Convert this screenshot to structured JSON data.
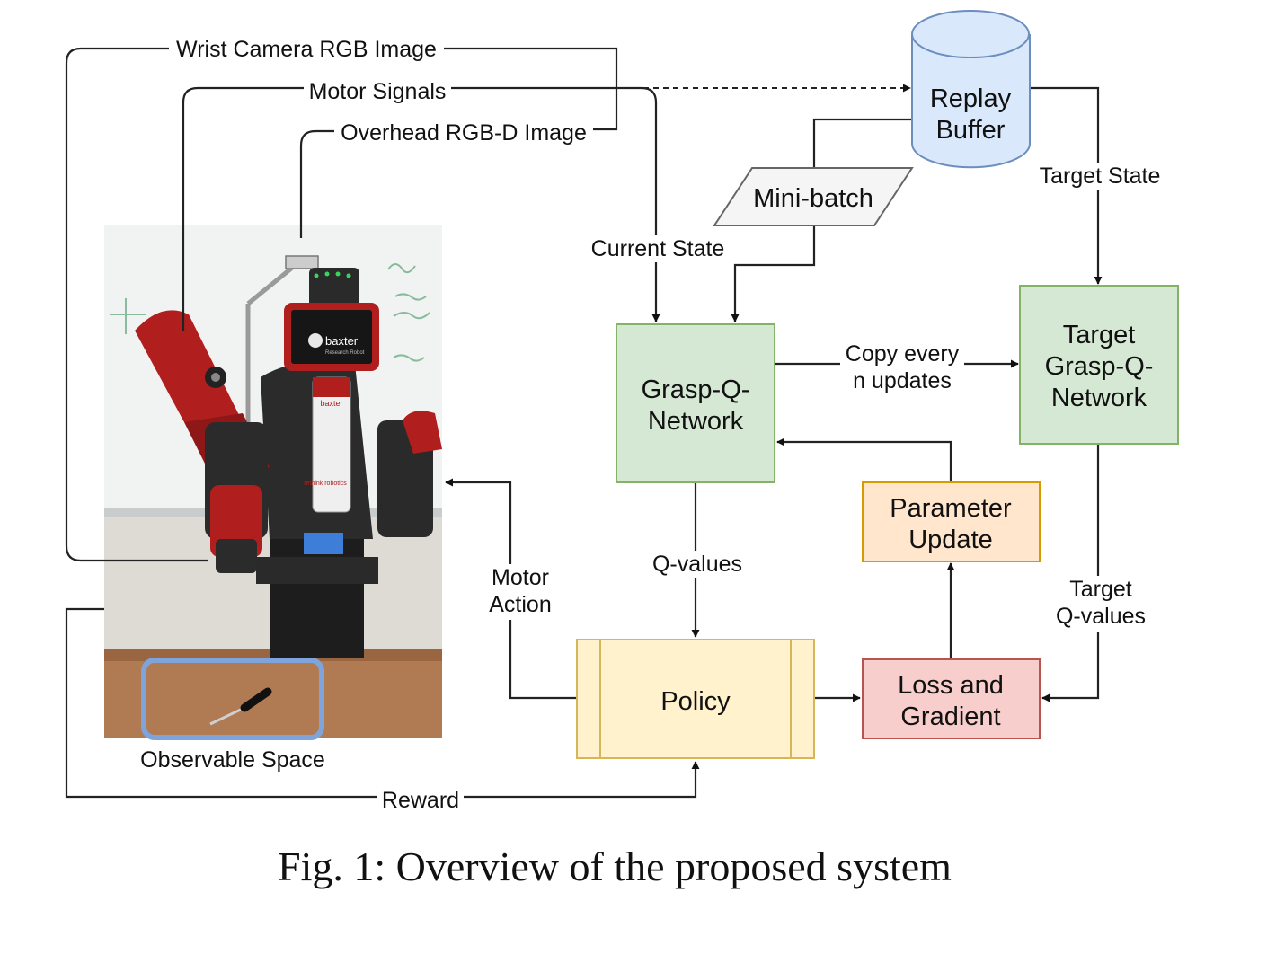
{
  "caption": "Fig. 1: Overview of the proposed system",
  "signals": {
    "wrist_camera": "Wrist Camera RGB Image",
    "motor_signals": "Motor Signals",
    "overhead_image": "Overhead RGB-D Image",
    "reward": "Reward",
    "current_state": "Current State",
    "target_state": "Target State",
    "q_values": "Q-values",
    "motor_action": [
      "Motor",
      "Action"
    ],
    "copy_updates": [
      "Copy every",
      "n updates"
    ],
    "target_q_values": [
      "Target",
      "Q-values"
    ]
  },
  "nodes": {
    "replay_buffer": [
      "Replay",
      "Buffer"
    ],
    "mini_batch": "Mini-batch",
    "grasp_q_network": [
      "Grasp-Q-",
      "Network"
    ],
    "target_network": [
      "Target",
      "Grasp-Q-",
      "Network"
    ],
    "parameter_update": [
      "Parameter",
      "Update"
    ],
    "policy": "Policy",
    "loss_gradient": [
      "Loss and",
      "Gradient"
    ]
  },
  "photo": {
    "observable_space": "Observable Space",
    "screen_brand": "baxter",
    "screen_subtitle": "Research Robot",
    "torso_brand": "baxter",
    "torso_maker": "rethink robotics"
  },
  "colors": {
    "green_fill": "#d5e8d4",
    "green_stroke": "#82b366",
    "blue_fill": "#dae8fc",
    "blue_stroke": "#6c8ebf",
    "orange_fill": "#ffe6cc",
    "orange_stroke": "#d79b00",
    "yellow_fill": "#fff2cc",
    "yellow_stroke": "#d6b656",
    "red_fill": "#f8cecc",
    "red_stroke": "#b85450",
    "gray_fill": "#f5f5f5",
    "gray_stroke": "#666666",
    "robot_red": "#b01e1e",
    "table": "#b07a52"
  }
}
